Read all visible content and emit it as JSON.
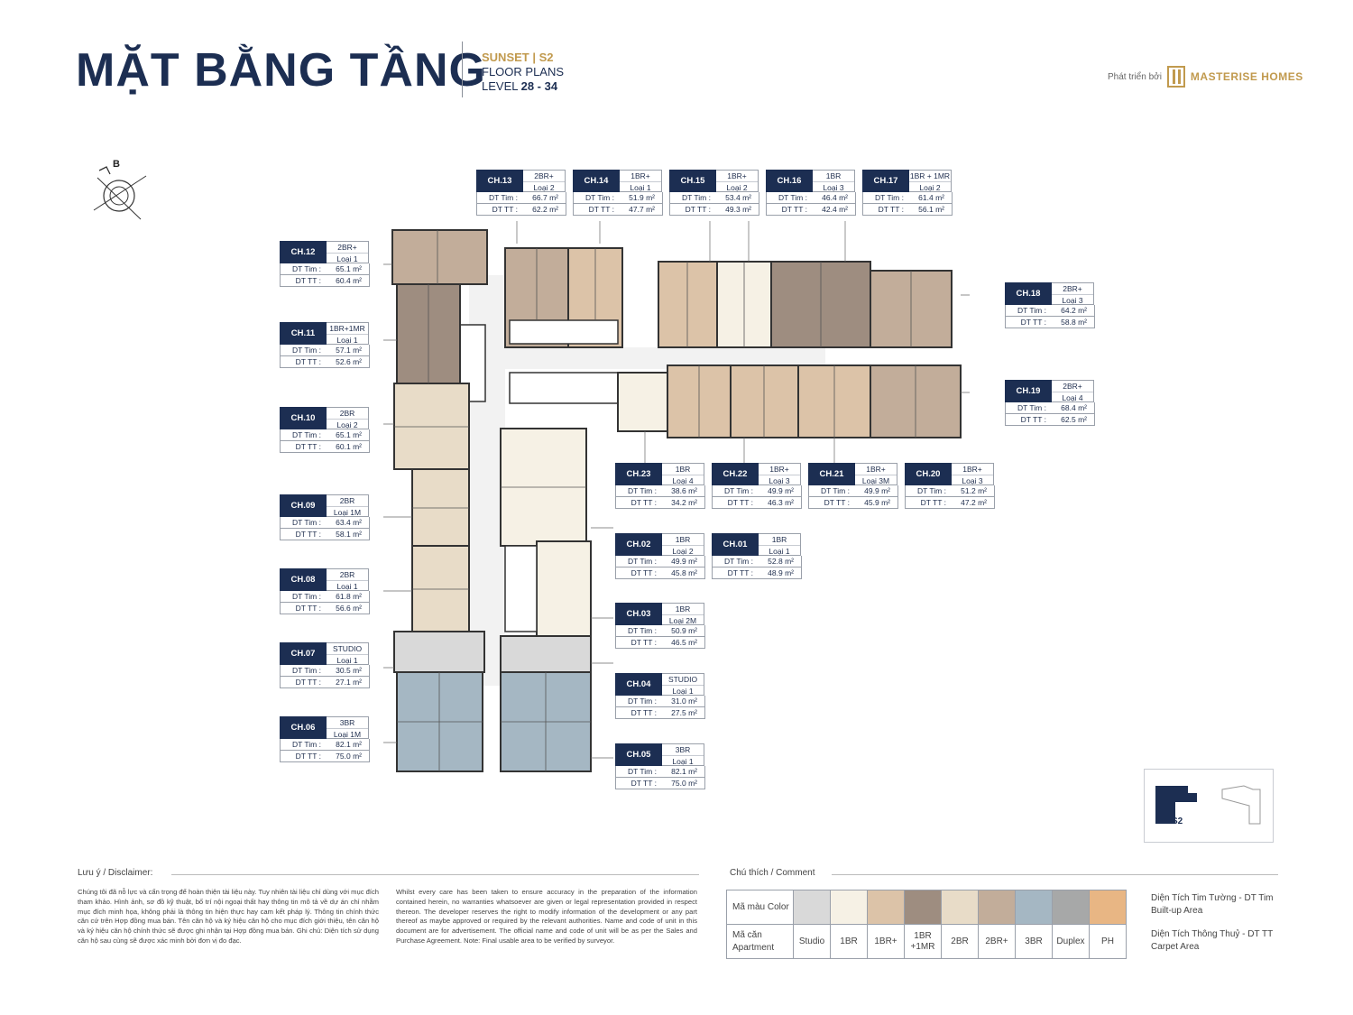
{
  "header": {
    "title": "MẶT BẰNG TẦNG",
    "sub_line1_a": "SUNSET",
    "sub_line1_sep": " | ",
    "sub_line1_b": "S2",
    "sub_line2": "FLOOR PLANS",
    "sub_line3_a": "LEVEL ",
    "sub_line3_b": "28 - 34",
    "developer_prefix": "Phát triển bởi",
    "developer_name": "MASTERISE HOMES"
  },
  "compass": {
    "label": "B",
    "icon": "north-compass-icon"
  },
  "labels": {
    "built_up_key": "DT Tim :",
    "carpet_key": "DT TT :"
  },
  "units": [
    {
      "code": "CH.13",
      "type": "2BR+",
      "variant": "Loại 2",
      "tim": "66.7 m²",
      "tt": "62.2 m²"
    },
    {
      "code": "CH.14",
      "type": "1BR+",
      "variant": "Loại 1",
      "tim": "51.9 m²",
      "tt": "47.7 m²"
    },
    {
      "code": "CH.15",
      "type": "1BR+",
      "variant": "Loại 2",
      "tim": "53.4 m²",
      "tt": "49.3 m²"
    },
    {
      "code": "CH.16",
      "type": "1BR",
      "variant": "Loại 3",
      "tim": "46.4 m²",
      "tt": "42.4 m²"
    },
    {
      "code": "CH.17",
      "type": "1BR + 1MR",
      "variant": "Loại 2",
      "tim": "61.4 m²",
      "tt": "56.1 m²"
    },
    {
      "code": "CH.12",
      "type": "2BR+",
      "variant": "Loại 1",
      "tim": "65.1 m²",
      "tt": "60.4 m²"
    },
    {
      "code": "CH.11",
      "type": "1BR+1MR",
      "variant": "Loại 1",
      "tim": "57.1 m²",
      "tt": "52.6 m²"
    },
    {
      "code": "CH.10",
      "type": "2BR",
      "variant": "Loại 2",
      "tim": "65.1 m²",
      "tt": "60.1 m²"
    },
    {
      "code": "CH.09",
      "type": "2BR",
      "variant": "Loại 1M",
      "tim": "63.4 m²",
      "tt": "58.1 m²"
    },
    {
      "code": "CH.08",
      "type": "2BR",
      "variant": "Loại 1",
      "tim": "61.8 m²",
      "tt": "56.6 m²"
    },
    {
      "code": "CH.07",
      "type": "STUDIO",
      "variant": "Loại 1",
      "tim": "30.5 m²",
      "tt": "27.1 m²"
    },
    {
      "code": "CH.06",
      "type": "3BR",
      "variant": "Loại 1M",
      "tim": "82.1 m²",
      "tt": "75.0 m²"
    },
    {
      "code": "CH.18",
      "type": "2BR+",
      "variant": "Loại 3",
      "tim": "64.2 m²",
      "tt": "58.8 m²"
    },
    {
      "code": "CH.19",
      "type": "2BR+",
      "variant": "Loại 4",
      "tim": "68.4 m²",
      "tt": "62.5 m²"
    },
    {
      "code": "CH.23",
      "type": "1BR",
      "variant": "Loại 4",
      "tim": "38.6 m²",
      "tt": "34.2 m²"
    },
    {
      "code": "CH.22",
      "type": "1BR+",
      "variant": "Loại 3",
      "tim": "49.9 m²",
      "tt": "46.3 m²"
    },
    {
      "code": "CH.21",
      "type": "1BR+",
      "variant": "Loại 3M",
      "tim": "49.9 m²",
      "tt": "45.9 m²"
    },
    {
      "code": "CH.20",
      "type": "1BR+",
      "variant": "Loại 3",
      "tim": "51.2 m²",
      "tt": "47.2 m²"
    },
    {
      "code": "CH.02",
      "type": "1BR",
      "variant": "Loại 2",
      "tim": "49.9 m²",
      "tt": "45.8 m²"
    },
    {
      "code": "CH.01",
      "type": "1BR",
      "variant": "Loại 1",
      "tim": "52.8 m²",
      "tt": "48.9 m²"
    },
    {
      "code": "CH.03",
      "type": "1BR",
      "variant": "Loại 2M",
      "tim": "50.9 m²",
      "tt": "46.5 m²"
    },
    {
      "code": "CH.04",
      "type": "STUDIO",
      "variant": "Loại 1",
      "tim": "31.0 m²",
      "tt": "27.5 m²"
    },
    {
      "code": "CH.05",
      "type": "3BR",
      "variant": "Loại 1",
      "tim": "82.1 m²",
      "tt": "75.0 m²"
    }
  ],
  "keyplan": {
    "label": "S2"
  },
  "disclaimer": {
    "title": "Lưu ý / Disclaimer:",
    "vi": "Chúng tôi đã nỗ lực và cẩn trọng để hoàn thiện tài liệu này. Tuy nhiên tài liệu chỉ dùng với mục đích tham khảo. Hình ảnh, sơ đồ kỹ thuật, bố trí nội ngoại thất hay thông tin mô tả về dự án chỉ nhằm mục đích minh họa, không phải là thông tin hiện thực hay cam kết pháp lý. Thông tin chính thức căn cứ trên Hợp đồng mua bán. Tên căn hộ và ký hiệu căn hộ cho mục đích giới thiệu, tên căn hộ và ký hiệu căn hộ chính thức sẽ được ghi nhận tại Hợp đồng mua bán. Ghi chú: Diện tích sử dụng căn hộ sau cùng sẽ được xác minh bởi đơn vị đo đạc.",
    "en": "Whilst every care has been taken to ensure accuracy in the preparation of the information contained herein, no warranties whatsoever are given or legal representation provided in respect thereon. The developer reserves the right to modify information of the development or any part thereof as maybe approved or required by the relevant authorities. Name and code of unit in this document are for advertisement. The official name and code of unit will be as per the Sales and Purchase Agreement. Note: Final usable area to be verified by surveyor."
  },
  "legend": {
    "title": "Chú thích / Comment",
    "color_label": "Mã màu Color",
    "apt_label": "Mã căn Apartment",
    "items": [
      {
        "name": "Studio",
        "color": "#d9d9d9"
      },
      {
        "name": "1BR",
        "color": "#f6f1e5"
      },
      {
        "name": "1BR+",
        "color": "#dcc3a8"
      },
      {
        "name": "1BR +1MR",
        "color": "#9e8d80"
      },
      {
        "name": "2BR",
        "color": "#e8dcc8"
      },
      {
        "name": "2BR+",
        "color": "#c2ad9a"
      },
      {
        "name": "3BR",
        "color": "#a5b7c3"
      },
      {
        "name": "Duplex",
        "color": "#a7a8a8"
      },
      {
        "name": "PH",
        "color": "#e8b684"
      }
    ],
    "area_note_1a": "Diện Tích Tim Tường - DT Tim",
    "area_note_1b": "Built-up Area",
    "area_note_2a": "Diện Tích Thông Thuỷ - DT TT",
    "area_note_2b": "Carpet Area"
  }
}
